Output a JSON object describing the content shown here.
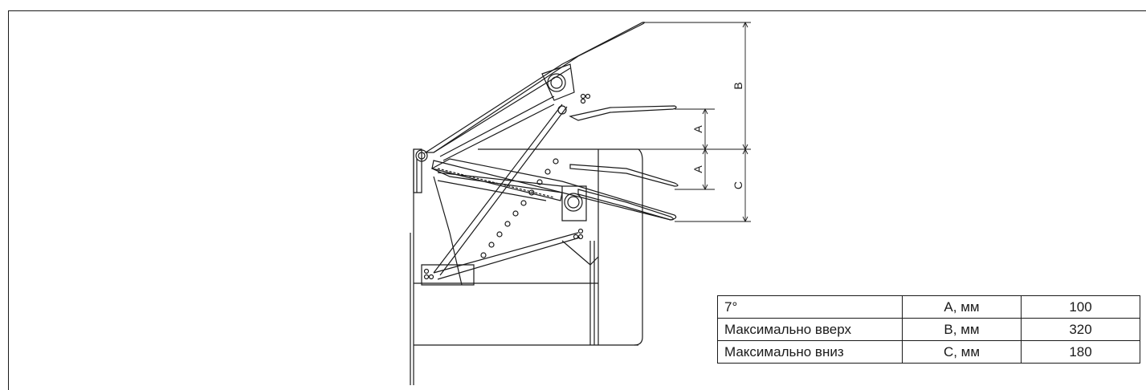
{
  "dimension_labels": {
    "a_upper": "A",
    "a_lower": "A",
    "b": "B",
    "c": "C"
  },
  "specs_table": {
    "rows": [
      {
        "label": "7°",
        "param": "А, мм",
        "value": "100"
      },
      {
        "label": "Максимально вверх",
        "param": "В, мм",
        "value": "320"
      },
      {
        "label": "Максимально вниз",
        "param": "С, мм",
        "value": "180"
      }
    ]
  }
}
